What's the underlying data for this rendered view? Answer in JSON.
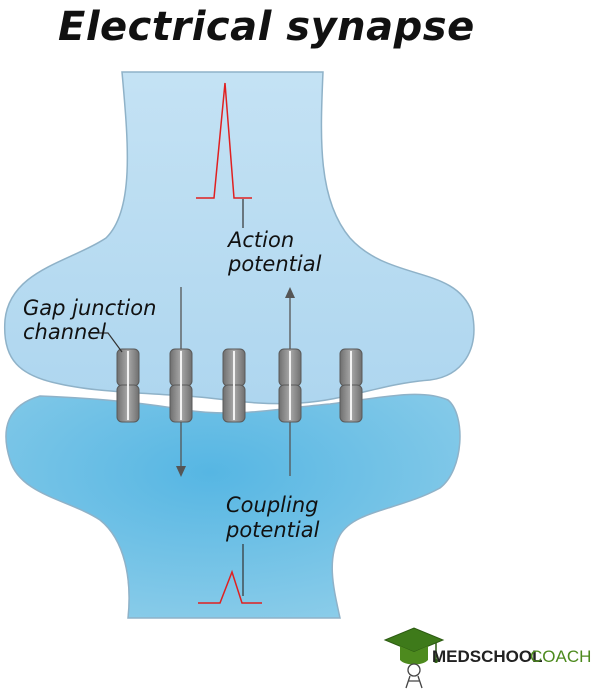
{
  "title": "Electrical synapse",
  "labels": {
    "action_line1": "Action",
    "action_line2": "potential",
    "gap_line1": "Gap junction",
    "gap_line2": "channel",
    "coupling_line1": "Coupling",
    "coupling_line2": "potential"
  },
  "brand": {
    "part1": "MEDSCHOOL",
    "part2": "COACH"
  },
  "colors": {
    "presynaptic": "#b8dcf1",
    "postsynaptic": "#6cc0e6",
    "outline": "#8fb2c8",
    "channel": "#8d8d8d",
    "trace": "#e02020",
    "arrow": "#555555",
    "brand_green": "#4d8a1e"
  },
  "channel_count": 5
}
